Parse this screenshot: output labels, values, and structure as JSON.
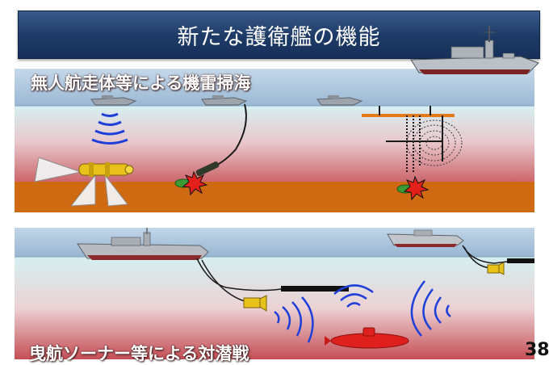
{
  "title": "新たな護衛艦の機能",
  "section_mine_sweeping": {
    "caption": "無人航走体等による機雷掃海"
  },
  "section_sonar": {
    "caption": "曳航ソーナー等による対潜戦"
  },
  "page_number": "38",
  "colors": {
    "banner": "#1d3a66",
    "sky": "#a9c4dc",
    "water_top": "#cfe9ee",
    "water_bottom": "#c9545a",
    "seabed": "#d06a12",
    "ship_hull": "#b8bcc2",
    "ship_bottom": "#8b2a2a",
    "uuv": "#e8c21a",
    "mine": "#3c9a34",
    "submarine": "#e0201c",
    "sonar_wave": "#1e40d8"
  }
}
